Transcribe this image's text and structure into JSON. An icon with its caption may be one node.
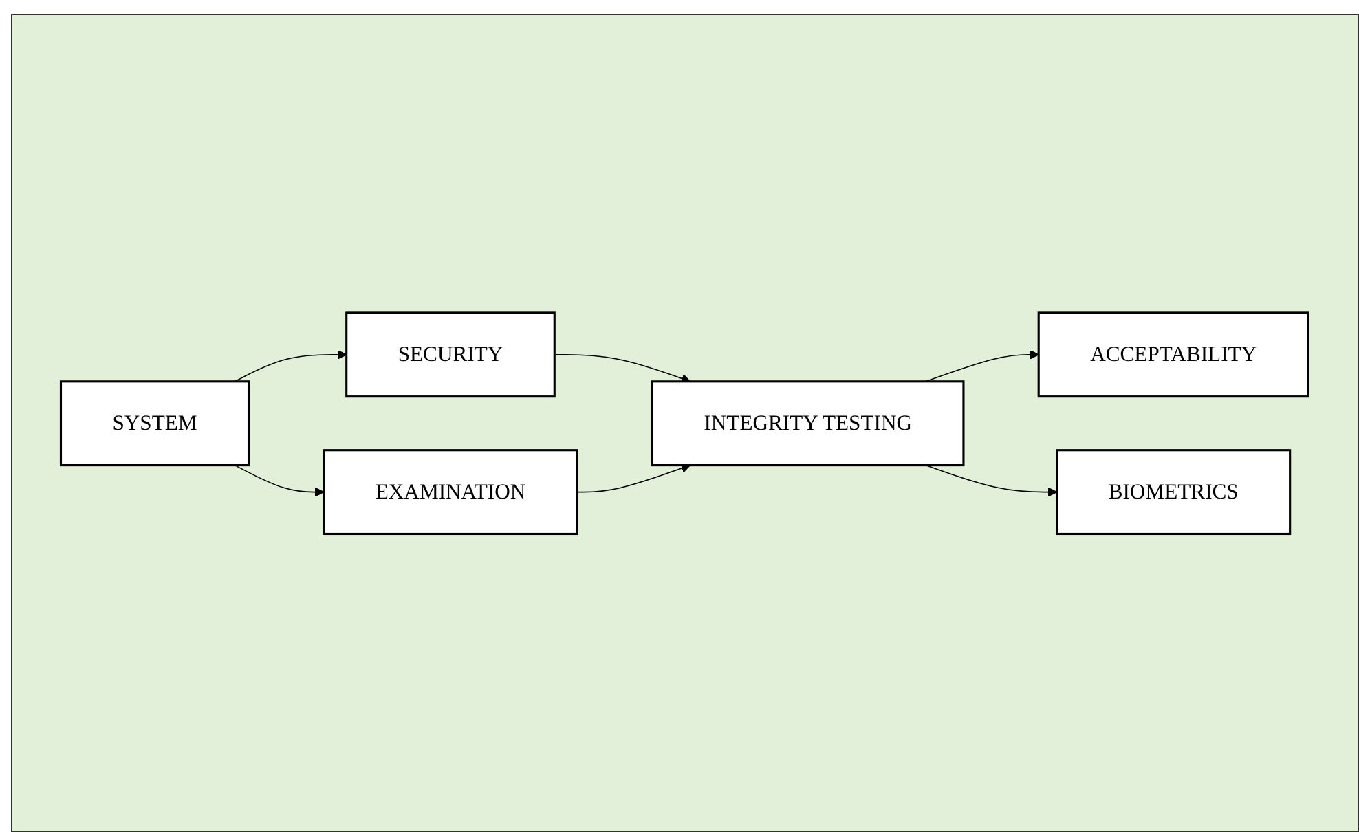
{
  "diagram": {
    "nodes": [
      {
        "text": [
          "SYSTEM"
        ]
      },
      {
        "text": [
          "SECURITY"
        ]
      },
      {
        "text": [
          "EXAMINATION"
        ]
      },
      {
        "text": [
          "INTEGRITY TESTING"
        ]
      },
      {
        "text": [
          "ACCEPTABILITY"
        ]
      },
      {
        "text": [
          "BIOMETRICS"
        ]
      }
    ],
    "edges": [
      {
        "from": 0,
        "to": 1,
        "arrow": "to"
      },
      {
        "from": 0,
        "to": 2,
        "arrow": "to"
      },
      {
        "from": 1,
        "to": 3,
        "arrow": "to"
      },
      {
        "from": 2,
        "to": 3,
        "arrow": "to"
      },
      {
        "from": 3,
        "to": 4,
        "arrow": "to"
      },
      {
        "from": 3,
        "to": 5,
        "arrow": "to"
      }
    ]
  }
}
